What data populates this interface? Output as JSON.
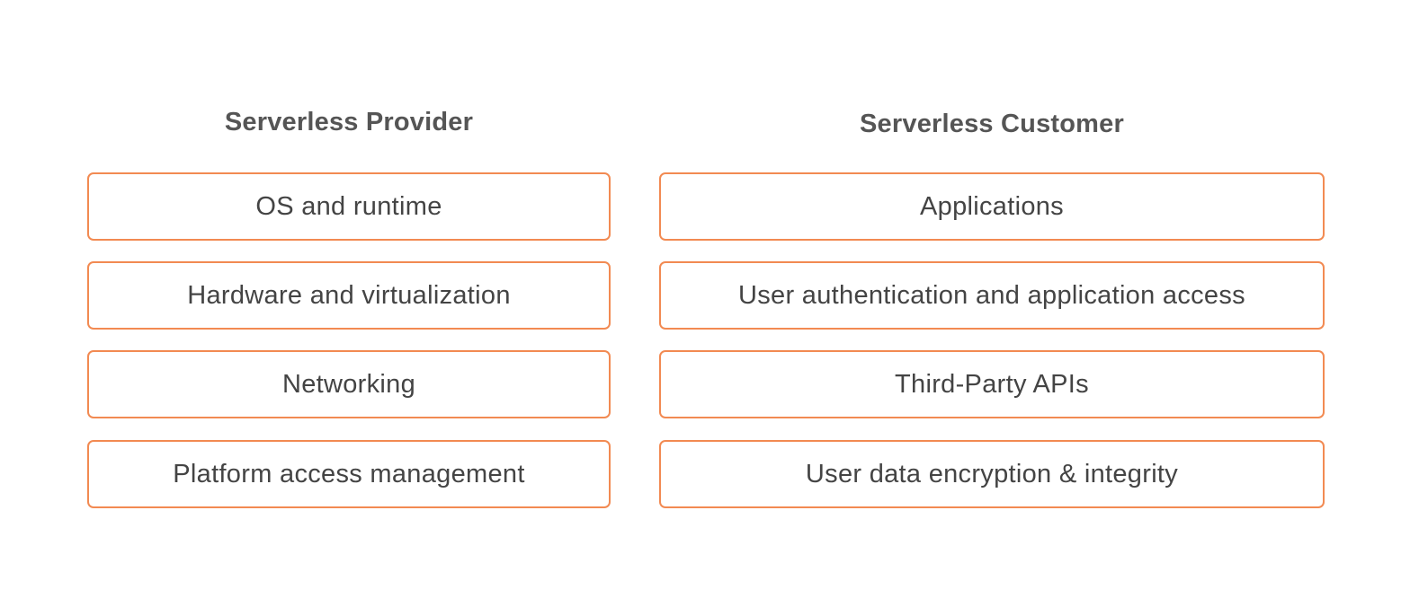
{
  "colors": {
    "box_border": "#f28a52",
    "title_text": "#555555",
    "item_text": "#444444",
    "background": "#ffffff"
  },
  "provider": {
    "title": "Serverless Provider",
    "items": [
      "OS and runtime",
      "Hardware and virtualization",
      "Networking",
      "Platform access management"
    ]
  },
  "customer": {
    "title": "Serverless Customer",
    "items": [
      "Applications",
      "User authentication and application access",
      "Third-Party APIs",
      "User data encryption & integrity"
    ]
  }
}
